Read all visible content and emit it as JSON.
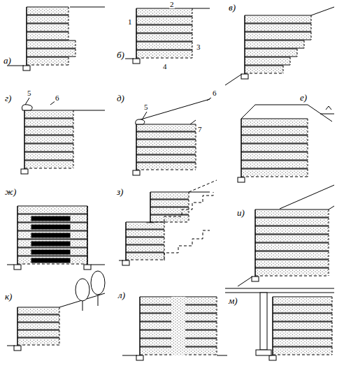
{
  "diagram": {
    "labels": [
      "а)",
      "б)",
      "в)",
      "г)",
      "д)",
      "е)",
      "ж)",
      "з)",
      "и)",
      "к)",
      "л)",
      "м)",
      "1",
      "2",
      "3",
      "4",
      "5",
      "6",
      "5",
      "6",
      "7"
    ]
  }
}
